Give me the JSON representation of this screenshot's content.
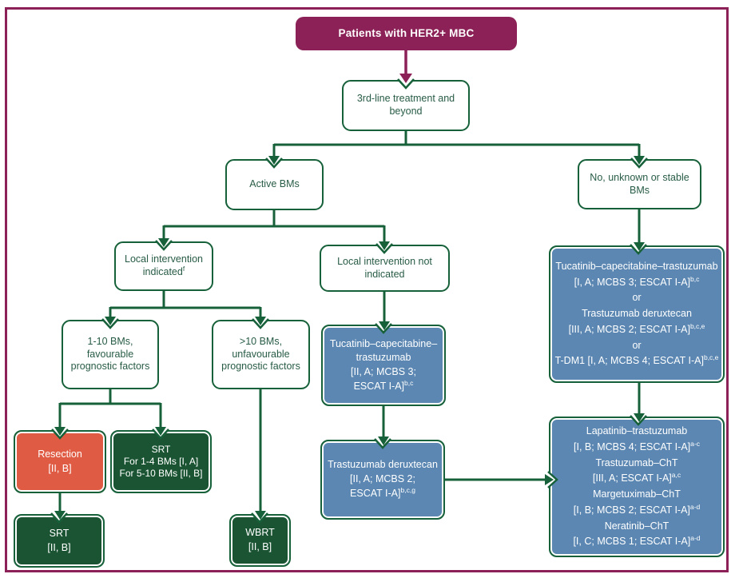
{
  "title": "HER2-positive MBC third-line treatment algorithm",
  "colors": {
    "maroon": "#8b2156",
    "dark_green": "#17613a",
    "green_fill": "#1a5433",
    "orange_fill": "#e05b43",
    "blue_fill": "#5b87b2",
    "box_text_green": "#285c46",
    "white": "#ffffff"
  },
  "nodes": {
    "root": {
      "label": "Patients with HER2+ MBC"
    },
    "third_line": {
      "label": "3rd-line treatment and beyond"
    },
    "active_bms": {
      "label": "Active BMs"
    },
    "stable_bms": {
      "label": "No, unknown or stable BMs"
    },
    "local_yes": {
      "text": "Local intervention indicated",
      "sup": "f"
    },
    "local_no": {
      "label": "Local intervention not indicated"
    },
    "fav": {
      "label": "1-10 BMs, favourable prognostic factors"
    },
    "unfav": {
      "label": ">10 BMs, unfavourable prognostic factors"
    },
    "resection": {
      "l1": "Resection",
      "l2": "[II, B]"
    },
    "srt_split": {
      "l1": "SRT",
      "l2": "For 1-4 BMs [I, A]",
      "l3": "For 5-10 BMs [II, B]"
    },
    "srt": {
      "l1": "SRT",
      "l2": "[II, B]"
    },
    "wbrt": {
      "l1": "WBRT",
      "l2": "[II, B]"
    },
    "tucatinib_active": {
      "l1": "Tucatinib–capecitabine–",
      "l2": "trastuzumab",
      "l3": "[II, A; MCBS 3;",
      "l4": "ESCAT I-A]",
      "l4sup": "b,c"
    },
    "tdxd_active": {
      "l1": "Trastuzumab deruxtecan",
      "l2": "[II, A; MCBS 2;",
      "l3": "ESCAT I-A]",
      "l3sup": "b,c,g"
    },
    "stable_options": {
      "l1": "Tucatinib–capecitabine–trastuzumab",
      "l2": "[I, A; MCBS 3; ESCAT I-A]",
      "l2sup": "b,c",
      "l3": "or",
      "l4": "Trastuzumab deruxtecan",
      "l5": "[III, A; MCBS 2; ESCAT I-A]",
      "l5sup": "b,c,e",
      "l6": "or",
      "l7": "T-DM1 [I, A; MCBS 4; ESCAT I-A]",
      "l7sup": "b,c,e"
    },
    "later_options": {
      "l1": "Lapatinib–trastuzumab",
      "l2": "[I, B; MCBS 4; ESCAT I-A]",
      "l2sup": "a-c",
      "l3": "Trastuzumab–ChT",
      "l4": "[III, A; ESCAT I-A]",
      "l4sup": "a,c",
      "l5": "Margetuximab–ChT",
      "l6": "[I, B; MCBS 2; ESCAT I-A]",
      "l6sup": "a-d",
      "l7": "Neratinib–ChT",
      "l8": "[I, C; MCBS 1; ESCAT I-A]",
      "l8sup": "a-d"
    }
  }
}
